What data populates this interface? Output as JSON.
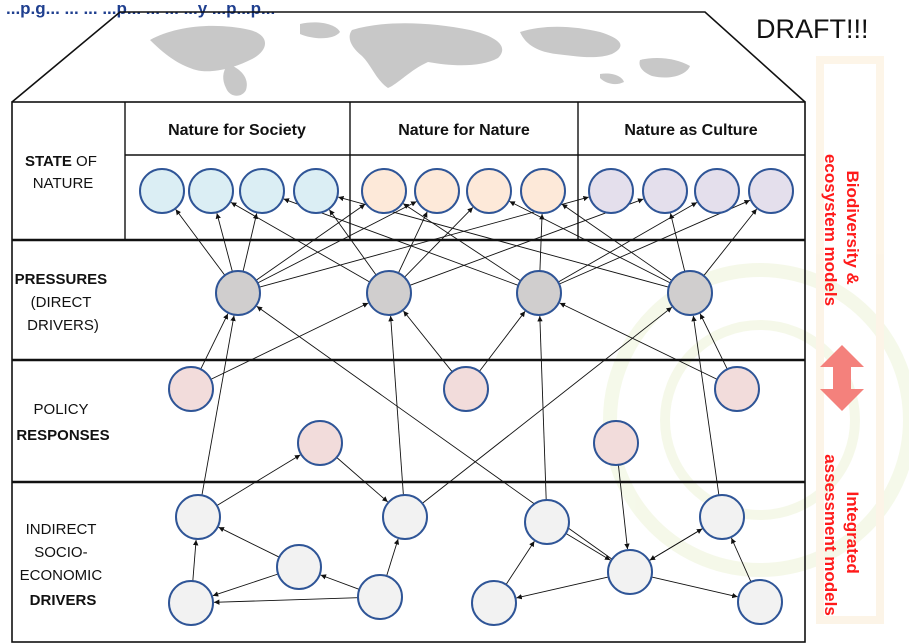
{
  "title_fragment": "...p.g... ... ... ...p... ... ... ...y ...p...p...",
  "draft_label": "DRAFT!!!",
  "columns": [
    "Nature for Society",
    "Nature for Nature",
    "Nature as Culture"
  ],
  "rows": [
    {
      "key": "state",
      "lines": [
        {
          "bold": "STATE",
          "normal": " OF"
        },
        {
          "bold": "",
          "normal": "NATURE"
        }
      ]
    },
    {
      "key": "pressures",
      "lines": [
        {
          "bold": "PRESSURES",
          "normal": ""
        },
        {
          "bold": "",
          "normal": "(DIRECT"
        },
        {
          "bold": "",
          "normal": "DRIVERS)"
        }
      ]
    },
    {
      "key": "policy",
      "lines": [
        {
          "bold": "",
          "normal": "POLICY"
        },
        {
          "bold": "RESPONSES",
          "normal": ""
        }
      ]
    },
    {
      "key": "indirect",
      "lines": [
        {
          "bold": "",
          "normal": "INDIRECT"
        },
        {
          "bold": "",
          "normal": "SOCIO-"
        },
        {
          "bold": "",
          "normal": "ECONOMIC"
        },
        {
          "bold": "DRIVERS",
          "normal": ""
        }
      ]
    }
  ],
  "side_labels": {
    "upper": [
      "Biodiversity &",
      "ecosystem models"
    ],
    "lower": [
      "Integrated",
      "assessment models"
    ]
  },
  "colors": {
    "society_node": "#dbeef4",
    "nature_node": "#fde9d9",
    "culture_node": "#e4dfec",
    "pressure_node": "#d0cece",
    "policy_node": "#f2dcdb",
    "indirect_node": "#f2f2f2",
    "node_stroke": "#2f5597",
    "side_label": "#ff1a1a",
    "double_arrow": "#f4817c",
    "map_land": "#c8c8c8"
  }
}
